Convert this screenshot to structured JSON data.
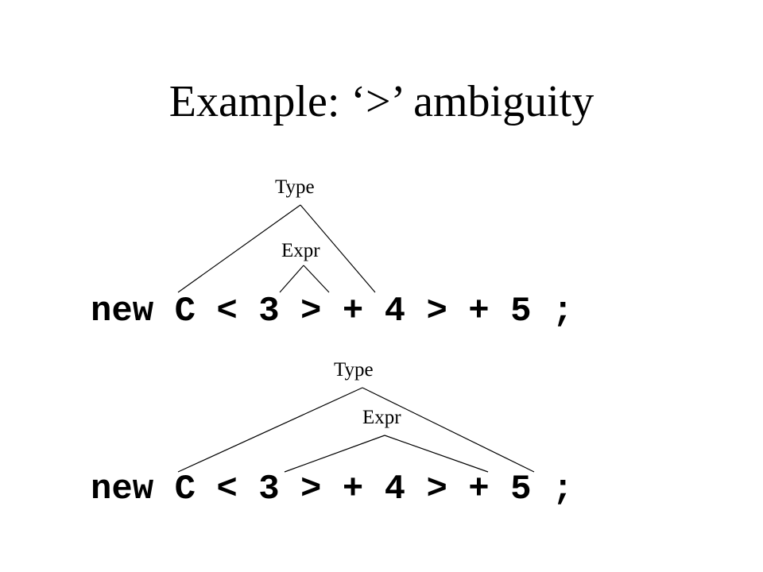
{
  "title": "Example: ‘>’ ambiguity",
  "parse1": {
    "type_label": "Type",
    "expr_label": "Expr",
    "code": "new C < 3 > + 4 > + 5 ;"
  },
  "parse2": {
    "type_label": "Type",
    "expr_label": "Expr",
    "code": "new C < 3 > + 4 > + 5 ;"
  }
}
